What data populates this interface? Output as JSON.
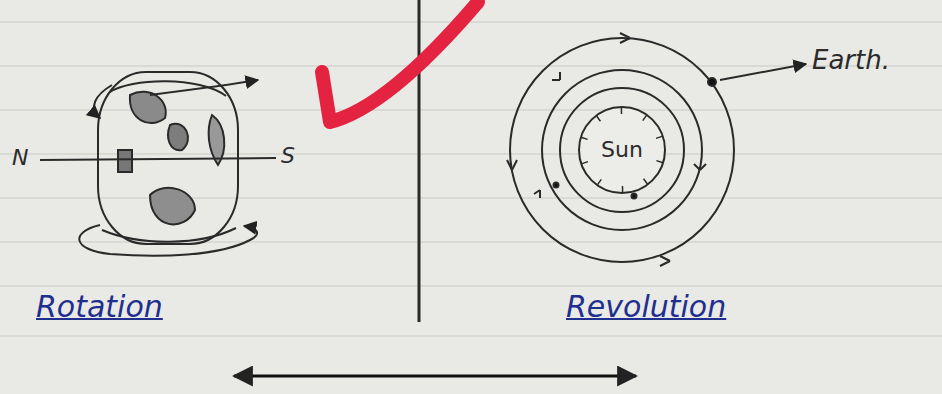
{
  "diagram": {
    "nodes": [
      {
        "text": [
          "Sun"
        ]
      }
    ],
    "labels": [
      "N",
      "S",
      "Rotation",
      "Earth.",
      "Revolution"
    ]
  }
}
